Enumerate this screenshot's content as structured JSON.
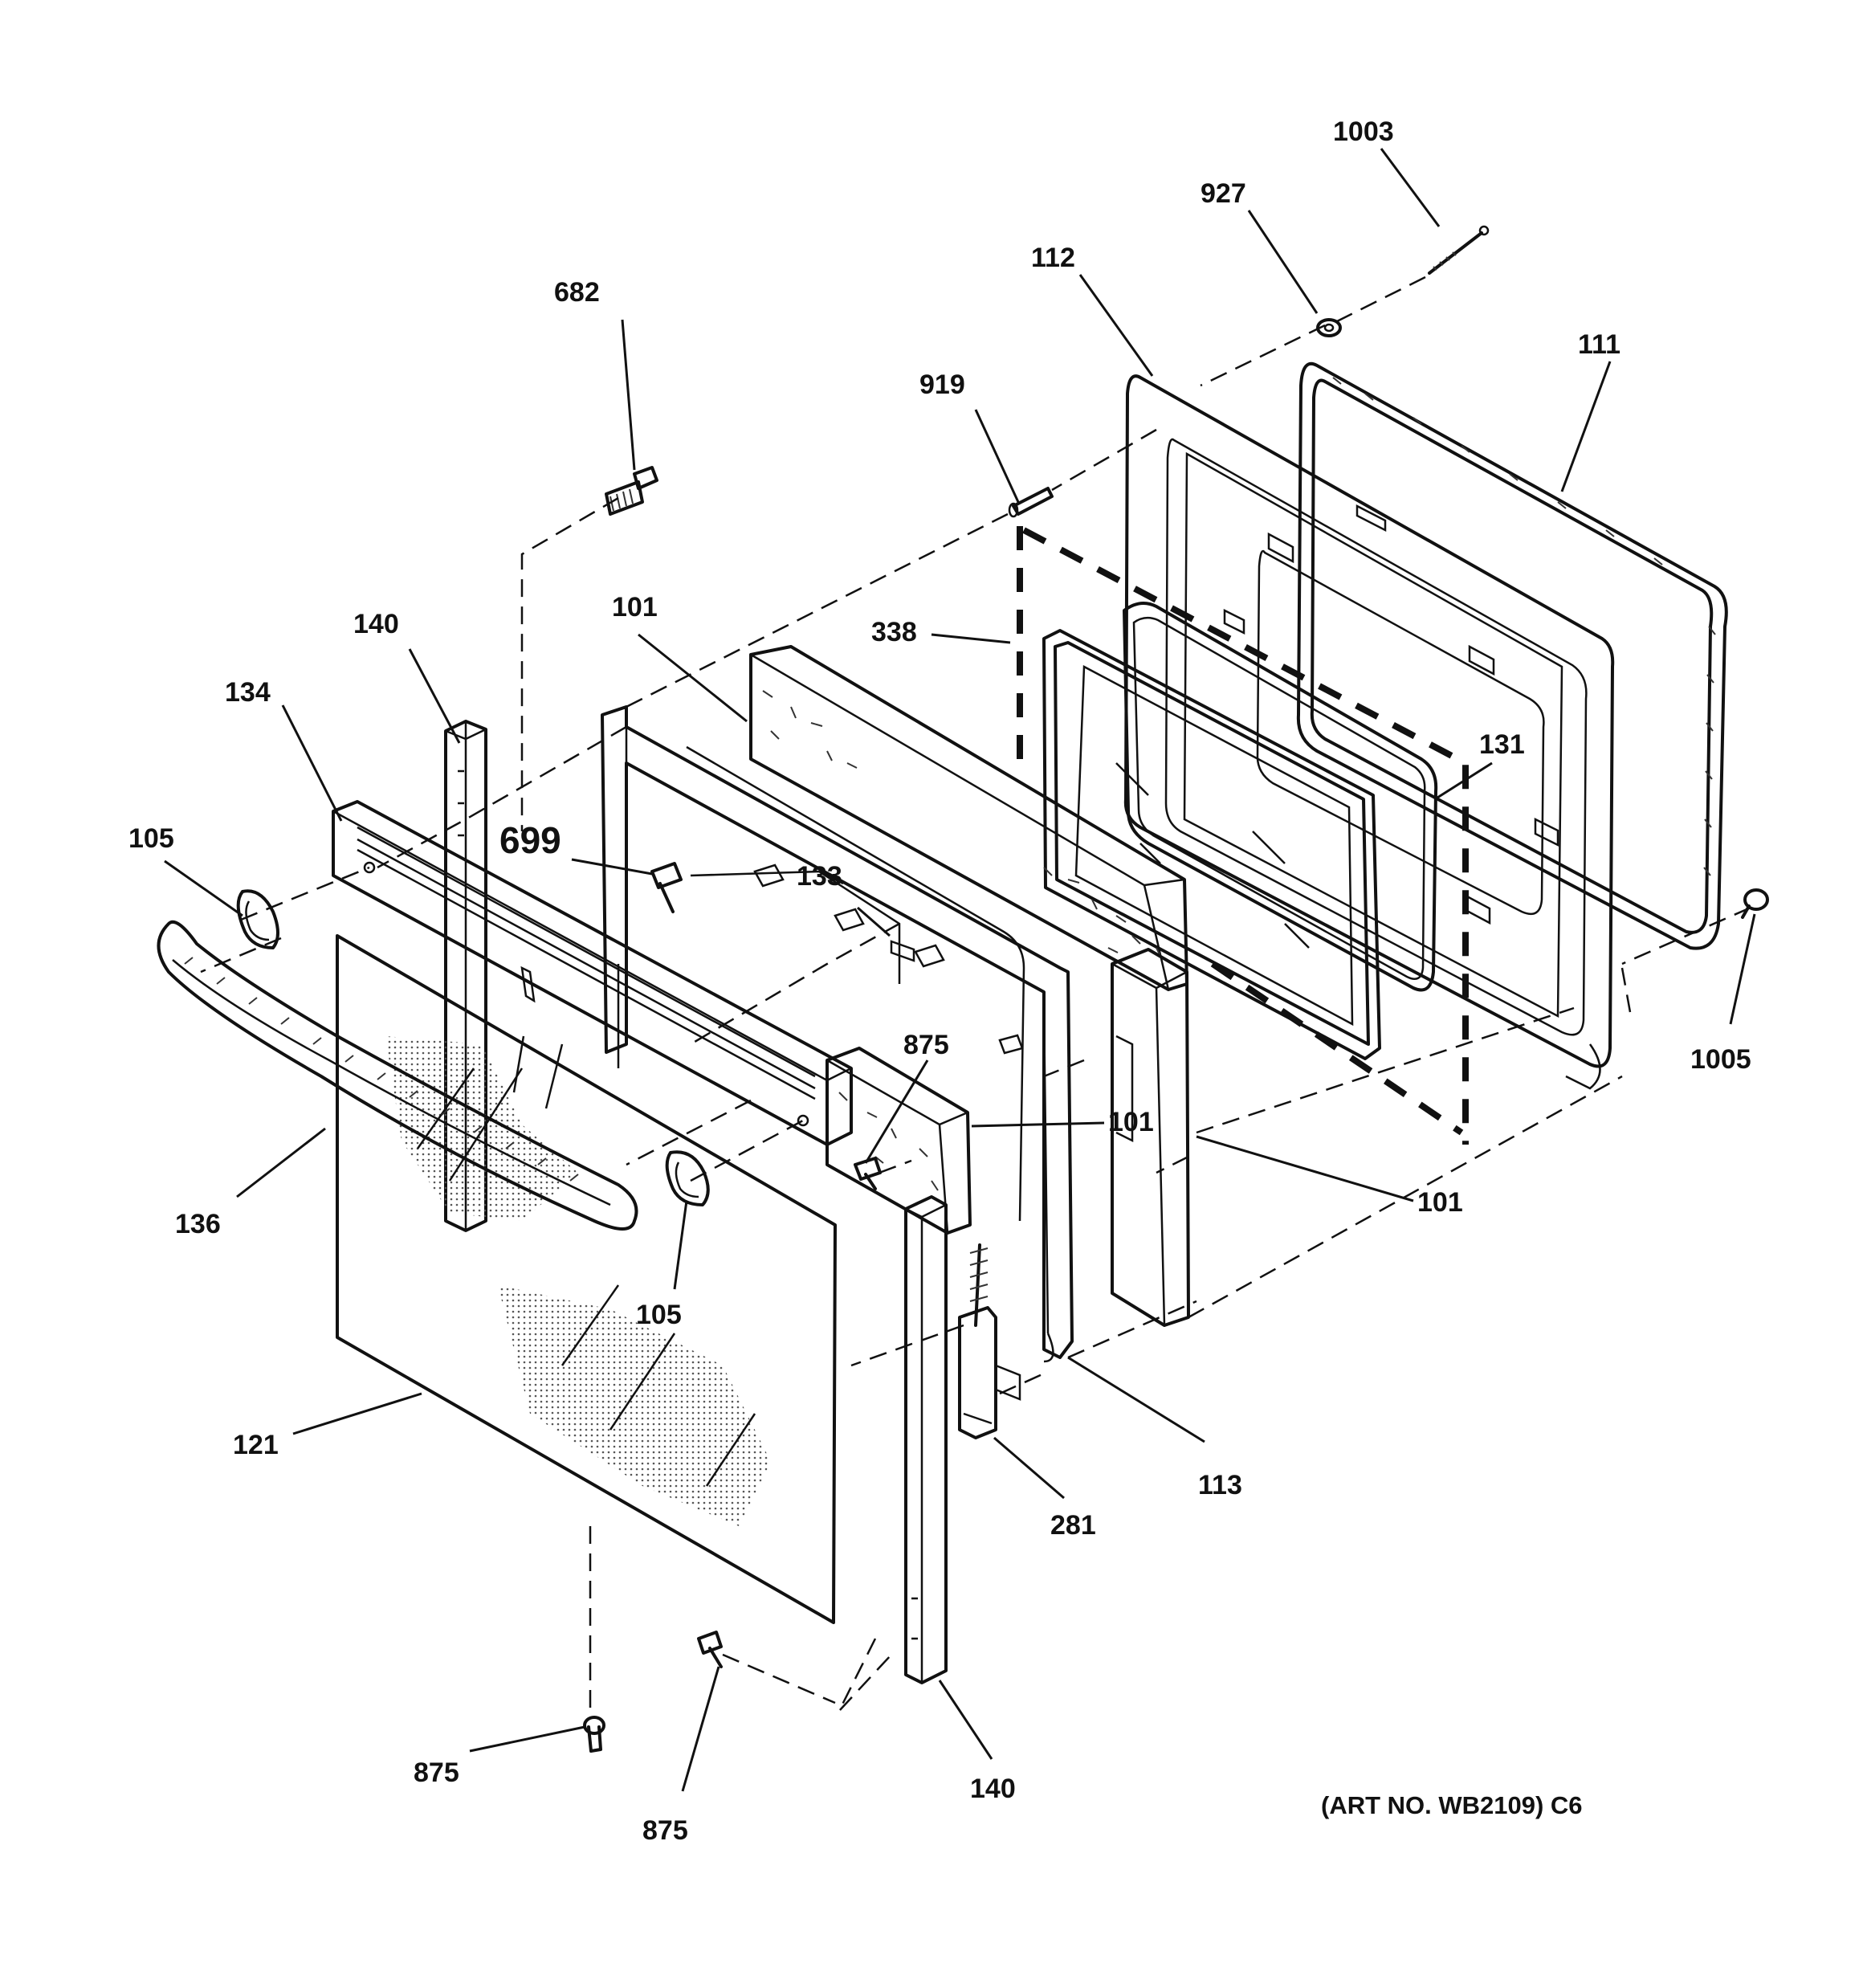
{
  "labels": {
    "l1003": "1003",
    "l927": "927",
    "l112": "112",
    "l111": "111",
    "l682": "682",
    "l919": "919",
    "l140a": "140",
    "l101a": "101",
    "l338": "338",
    "l134": "134",
    "l131": "131",
    "l105a": "105",
    "l699": "699",
    "l133": "133",
    "l1005": "1005",
    "l875a": "875",
    "l101b": "101",
    "l101c": "101",
    "l136": "136",
    "l105b": "105",
    "l121": "121",
    "l113": "113",
    "l281": "281",
    "l875b": "875",
    "l875c": "875",
    "l140b": "140"
  },
  "art_number": "(ART NO. WB2109) C6"
}
